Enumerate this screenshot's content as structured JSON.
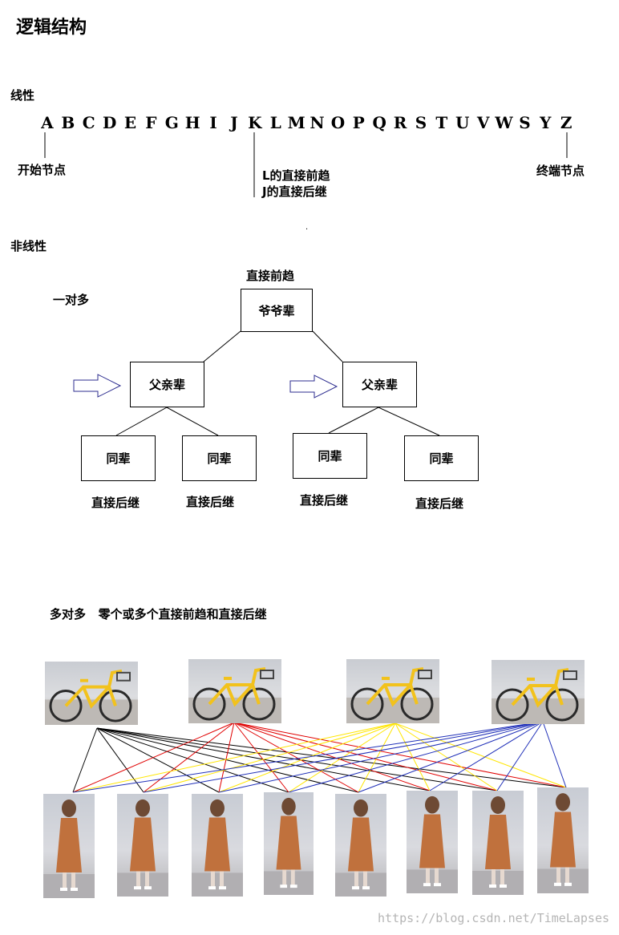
{
  "title": "逻辑结构",
  "linear": {
    "heading": "线性",
    "letters": [
      "A",
      "B",
      "C",
      "D",
      "E",
      "F",
      "G",
      "H",
      "I",
      "J",
      "K",
      "L",
      "M",
      "N",
      "O",
      "P",
      "Q",
      "R",
      "S",
      "T",
      "U",
      "V",
      "W",
      "S",
      "Y",
      "Z"
    ],
    "start_label": "开始节点",
    "end_label": "终端节点",
    "k_note_line1": "L的直接前趋",
    "k_note_line2": "J的直接后继"
  },
  "nonlinear": {
    "heading": "非线性",
    "one_to_many": "一对多",
    "pred_label": "直接前趋",
    "grandparent": "爷爷辈",
    "parent_left": "父亲辈",
    "parent_right": "父亲辈",
    "peer1": "同辈",
    "peer2": "同辈",
    "peer3": "同辈",
    "peer4": "同辈",
    "succ1": "直接后继",
    "succ2": "直接后继",
    "succ3": "直接后继",
    "succ4": "直接后继"
  },
  "many_to_many": {
    "heading": "多对多   零个或多个直接前趋和直接后继",
    "line_colors": [
      "#000000",
      "#e00000",
      "#ffe600",
      "#1f2fb8"
    ]
  },
  "watermark": "https://blog.csdn.net/TimeLapses"
}
